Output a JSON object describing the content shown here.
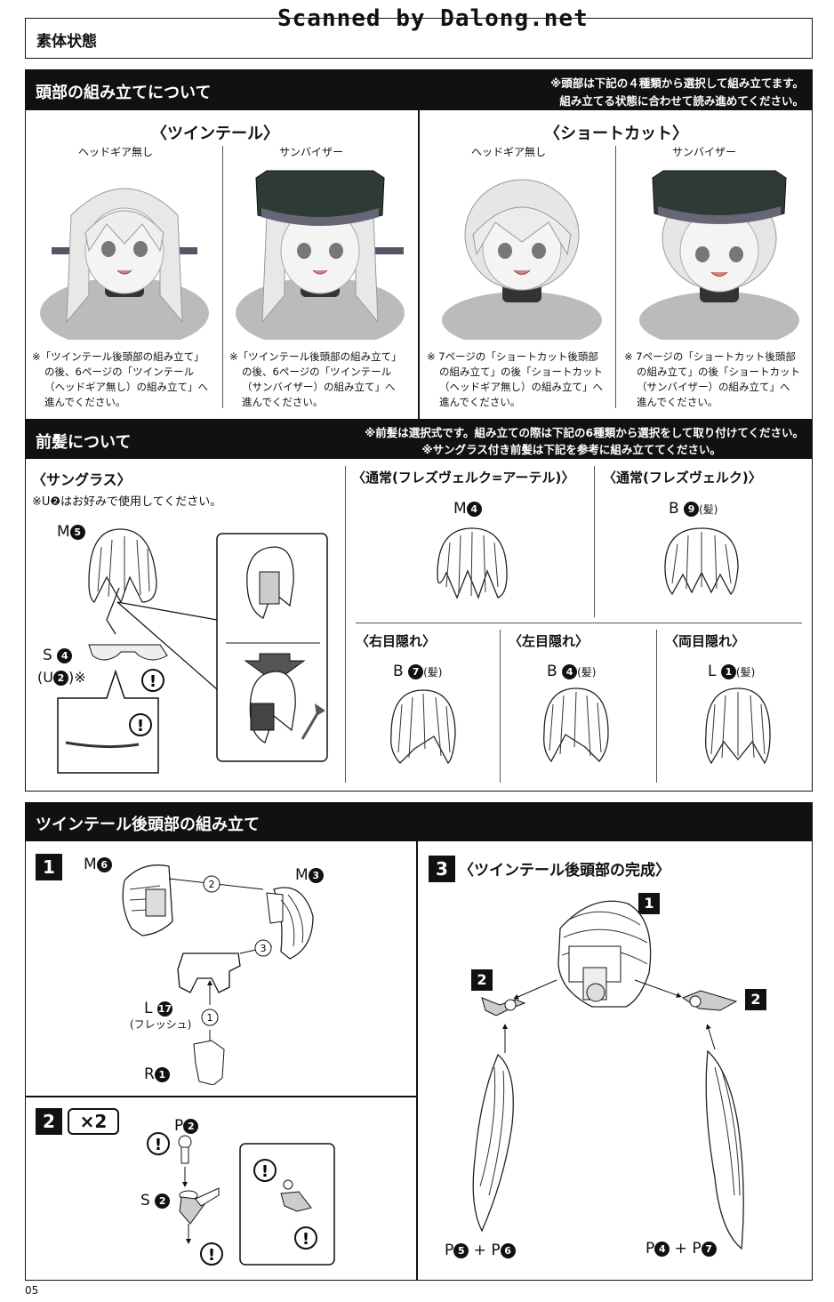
{
  "watermark": "Scanned by Dalong.net",
  "sec_body": {
    "title": "素体状態"
  },
  "sec_head": {
    "title": "頭部の組み立てについて",
    "note1": "※頭部は下記の４種類から選択して組み立てます。",
    "note2": "組み立てる状態に合わせて読み進めてください。",
    "groups": [
      {
        "title": "〈ツインテール〉",
        "items": [
          {
            "label": "ヘッドギア無し",
            "n1": "※「ツインテール後頭部の組み立て」",
            "n2": "の後、6ページの「ツインテール",
            "n3": "（ヘッドギア無し）の組み立て」へ",
            "n4": "進んでください。"
          },
          {
            "label": "サンバイザー",
            "n1": "※「ツインテール後頭部の組み立て」",
            "n2": "の後、6ページの「ツインテール",
            "n3": "（サンバイザー）の組み立て」へ",
            "n4": "進んでください。"
          }
        ]
      },
      {
        "title": "〈ショートカット〉",
        "items": [
          {
            "label": "ヘッドギア無し",
            "n1": "※ 7ページの「ショートカット後頭部",
            "n2": "の組み立て」の後「ショートカット",
            "n3": "（ヘッドギア無し）の組み立て」へ",
            "n4": "進んでください。"
          },
          {
            "label": "サンバイザー",
            "n1": "※ 7ページの「ショートカット後頭部",
            "n2": "の組み立て」の後「ショートカット",
            "n3": "（サンバイザー）の組み立て」へ",
            "n4": "進んでください。"
          }
        ]
      }
    ]
  },
  "sec_bangs": {
    "title": "前髪について",
    "note1": "※前髪は選択式です。組み立ての際は下記の6種類から選択をして取り付けてください。",
    "note2": "※サングラス付き前髪は下記を参考に組み立ててください。",
    "sunglasses": {
      "title": "〈サングラス〉",
      "note": "※U❷はお好みで使用してください。",
      "m": "M",
      "m_no": "5",
      "s": "S",
      "s_no": "4",
      "u": "(U",
      "u_no": "2",
      "u_tail": ")※"
    },
    "normal1": {
      "title": "〈通常(フレズヴェルク=アーテル)〉",
      "part": "M",
      "no": "4",
      "suffix": ""
    },
    "normal2": {
      "title": "〈通常(フレズヴェルク)〉",
      "part": "B",
      "no": "9",
      "suffix": "(髪)"
    },
    "right": {
      "title": "〈右目隠れ〉",
      "part": "B",
      "no": "7",
      "suffix": "(髪)"
    },
    "left": {
      "title": "〈左目隠れ〉",
      "part": "B",
      "no": "4",
      "suffix": "(髪)"
    },
    "both": {
      "title": "〈両目隠れ〉",
      "part": "L",
      "no": "1",
      "suffix": "(髪)"
    }
  },
  "sec_twin": {
    "title": "ツインテール後頭部の組み立て",
    "step1": {
      "num": "1",
      "m6": "M",
      "m6n": "6",
      "m3": "M",
      "m3n": "3",
      "l": "L",
      "ln": "17",
      "flesh": "(フレッシュ)",
      "r": "R",
      "rn": "1",
      "a1": "1",
      "a2": "2",
      "a3": "3"
    },
    "step2": {
      "num": "2",
      "mult": "×2",
      "p": "P",
      "pn": "2",
      "s": "S",
      "sn": "2"
    },
    "step3": {
      "num": "3",
      "title": "〈ツインテール後頭部の完成〉",
      "b1": "1",
      "b2a": "2",
      "b2b": "2",
      "p1": "P",
      "p1a": "5",
      "plus1": "+ P",
      "p1b": "6",
      "p2": "P",
      "p2a": "4",
      "plus2": "+ P",
      "p2b": "7"
    }
  },
  "page_no": "05"
}
